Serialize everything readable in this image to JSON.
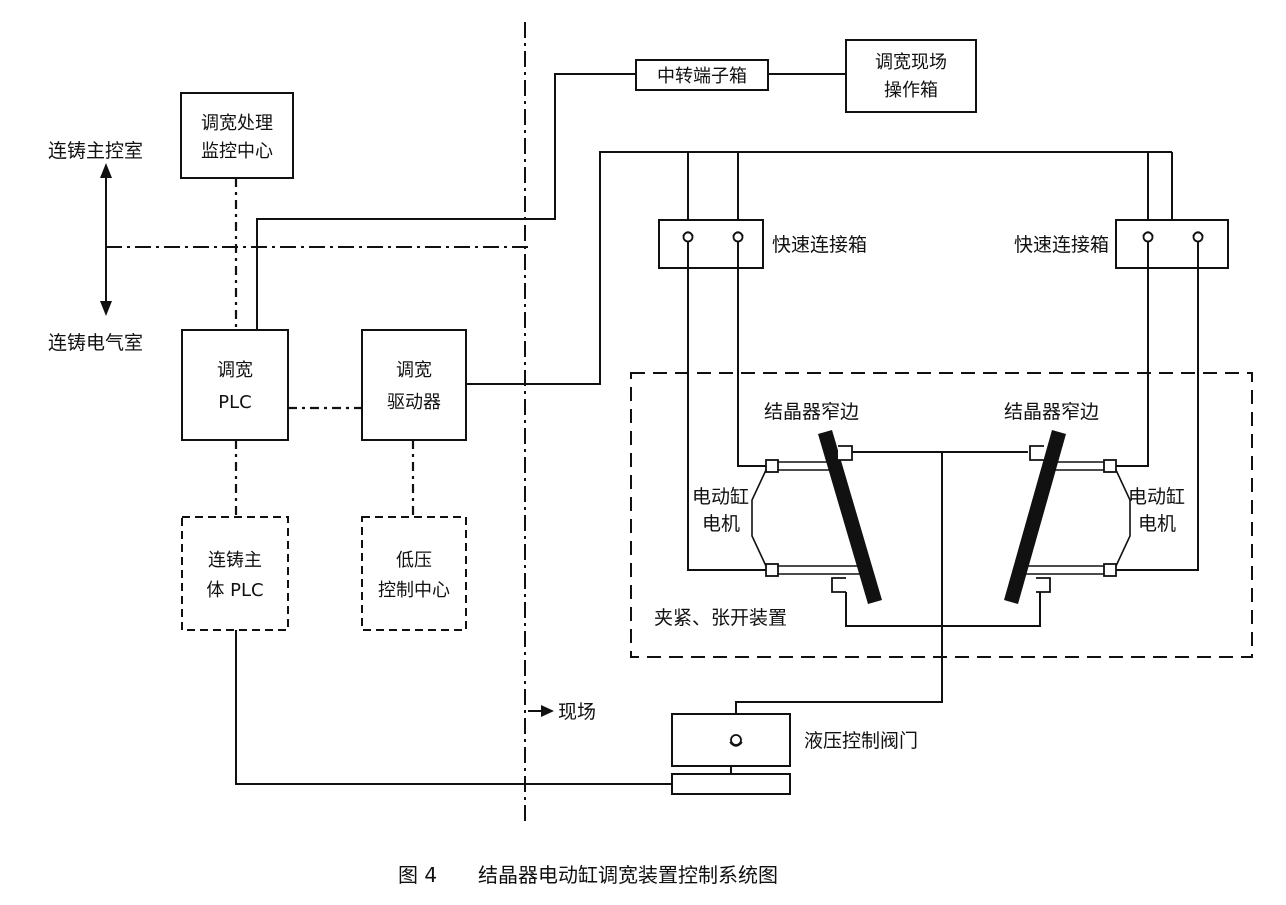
{
  "labels": {
    "main_control_room": "连铸主控室",
    "electrical_room": "连铸电气室",
    "site": "现场",
    "quick_box_left": "快速连接箱",
    "quick_box_right": "快速连接箱",
    "mold_narrow_left": "结晶器窄边",
    "mold_narrow_right": "结晶器窄边",
    "cylinder_motor_left_1": "电动缸",
    "cylinder_motor_left_2": "电机",
    "cylinder_motor_right_1": "电动缸",
    "cylinder_motor_right_2": "电机",
    "clamp_device": "夹紧、张开装置",
    "hydraulic_valve": "液压控制阀门"
  },
  "boxes": {
    "monitor_center": [
      "调宽处理",
      "监控中心"
    ],
    "width_plc": [
      "调宽",
      "PLC"
    ],
    "width_driver": [
      "调宽",
      "驱动器"
    ],
    "main_plc": [
      "连铸主",
      "体 PLC"
    ],
    "low_voltage_center": [
      "低压",
      "控制中心"
    ],
    "relay_terminal_box": "中转端子箱",
    "field_operation_box": [
      "调宽现场",
      "操作箱"
    ]
  },
  "caption": {
    "figure_number": "图 4",
    "title": "结晶器电动缸调宽装置控制系统图"
  }
}
